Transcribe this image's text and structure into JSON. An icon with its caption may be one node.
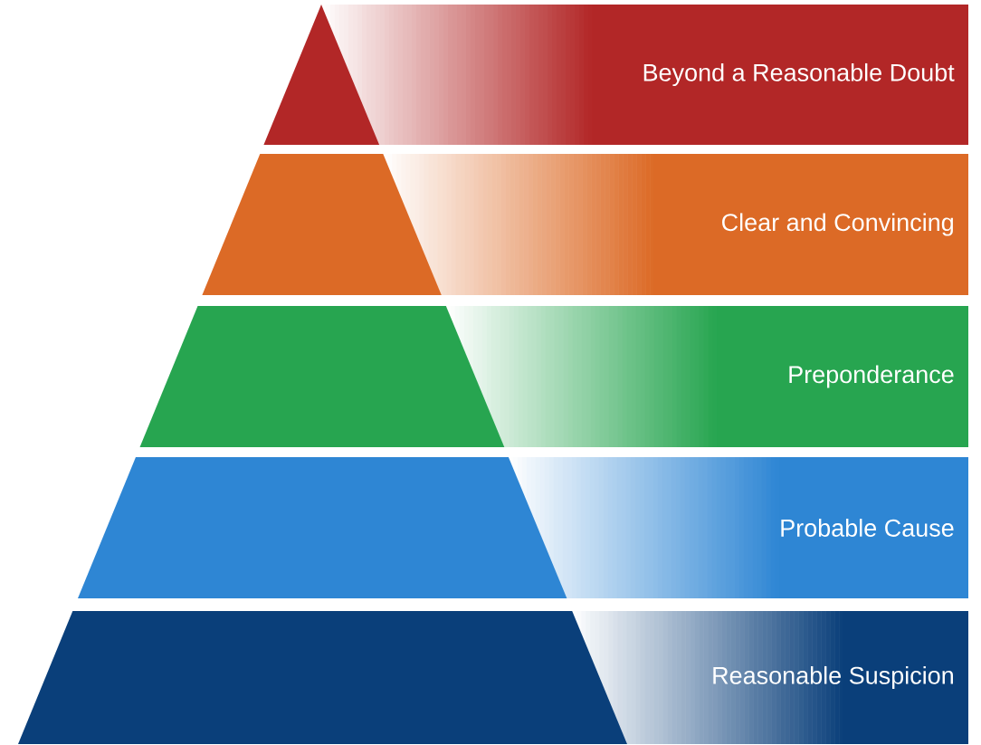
{
  "diagram": {
    "nodes": [
      {
        "text": [
          "Beyond a Reasonable Doubt"
        ]
      },
      {
        "text": [
          "Clear and Convincing"
        ]
      },
      {
        "text": [
          "Preponderance"
        ]
      },
      {
        "text": [
          "Probable Cause"
        ]
      },
      {
        "text": [
          "Reasonable Suspicion"
        ]
      }
    ]
  }
}
